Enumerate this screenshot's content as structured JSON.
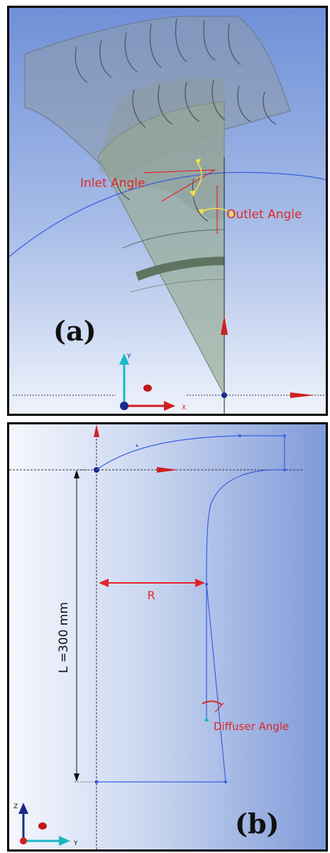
{
  "panel_a": {
    "tag": "(a)",
    "inlet_angle_label": "Inlet Angle",
    "outlet_angle_label": "Outlet Angle",
    "axis_y": "Y",
    "axis_x": "X"
  },
  "panel_b": {
    "tag": "(b)",
    "radius_label": "R",
    "length_label": "L =300 mm",
    "diffuser_label": "Diffuser Angle",
    "axis_z": "Z",
    "axis_y": "Y"
  },
  "colors": {
    "annotation_red": "#e0262a",
    "sketch_blue": "#3a5fe0",
    "angle_yellow": "#f4e04a",
    "axis_cyan": "#19b8c8",
    "axis_red": "#d02020"
  }
}
